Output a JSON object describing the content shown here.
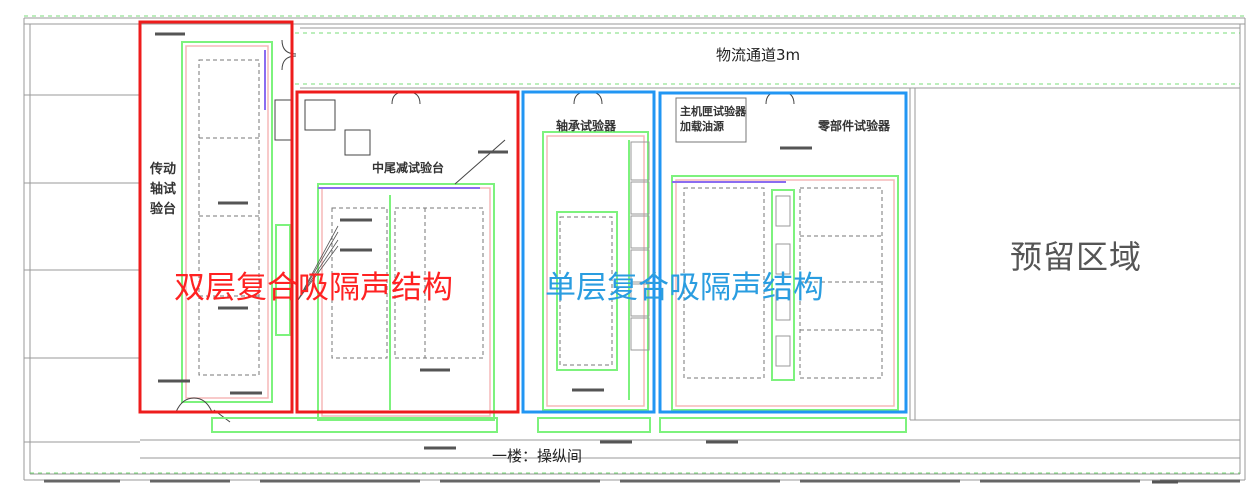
{
  "rooms": {
    "transmission_shaft": "传动\n轴试\n验台",
    "tail_reducer": "中尾减试验台",
    "bearing_tester": "轴承试验器",
    "main_gearbox": "主机匣试验器\n加载油源",
    "parts_tester": "零部件试验器",
    "reserved_area": "预留区域"
  },
  "annotations": {
    "double_layer": "双层复合吸隔声结构",
    "single_layer": "单层复合吸隔声结构"
  },
  "corridor": {
    "logistics": "物流通道3m",
    "control_room": "一楼：操纵间"
  },
  "colors": {
    "double_layer_box": "#ee1c1c",
    "single_layer_box": "#2196f3",
    "wall_green": "#7df27d",
    "wall_pink": "#f5b8b8",
    "duct_purple": "#8a6cf0"
  }
}
